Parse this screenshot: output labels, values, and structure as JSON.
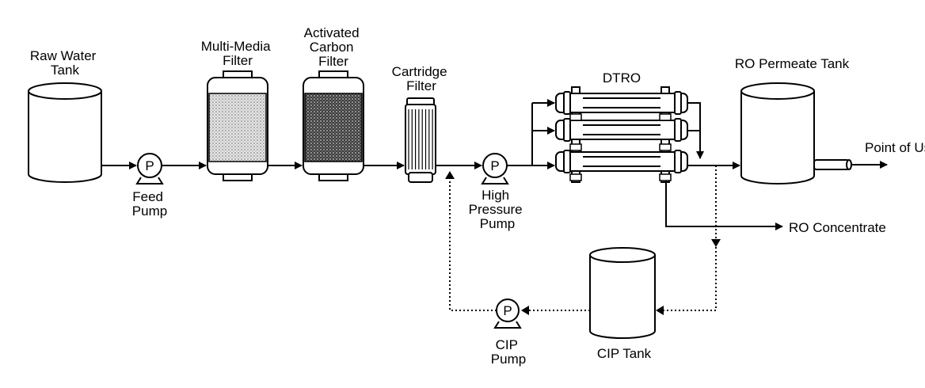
{
  "labels": {
    "raw_water_tank": [
      "Raw Water",
      "Tank"
    ],
    "multi_media_filter": [
      "Multi-Media",
      "Filter"
    ],
    "activated_carbon_filter": [
      "Activated",
      "Carbon",
      "Filter"
    ],
    "cartridge_filter": [
      "Cartridge",
      "Filter"
    ],
    "dtro": "DTRO",
    "ro_permeate_tank": "RO Permeate Tank",
    "point_of_use": "Point of Use",
    "feed_pump": [
      "Feed",
      "Pump"
    ],
    "high_pressure_pump": [
      "High",
      "Pressure",
      "Pump"
    ],
    "ro_concentrate": "RO Concentrate",
    "cip_tank": "CIP Tank",
    "cip_pump": [
      "CIP",
      "Pump"
    ],
    "pump_symbol": "P"
  },
  "colors": {
    "stroke": "#000000",
    "background": "#ffffff",
    "media_fill": "#d9d9d9",
    "carbon_fill": "#555555"
  }
}
